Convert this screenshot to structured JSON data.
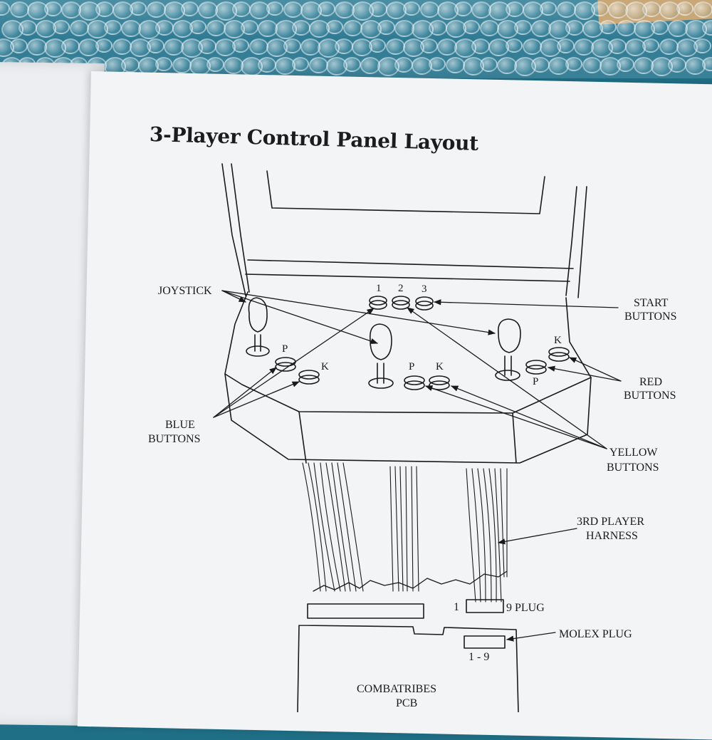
{
  "title": "3-Player Control Panel Layout",
  "labels": {
    "joystick": "JOYSTICK",
    "start_1": "START",
    "start_2": "BUTTONS",
    "red_1": "RED",
    "red_2": "BUTTONS",
    "blue_1": "BLUE",
    "blue_2": "BUTTONS",
    "yellow_1": "YELLOW",
    "yellow_2": "BUTTONS",
    "harness_1": "3RD PLAYER",
    "harness_2": "HARNESS",
    "plug": "9  PLUG",
    "plug_pin_start": "1",
    "molex": "MOLEX PLUG",
    "molex_pins": "1  -  9",
    "pcb_1": "COMBATRIBES",
    "pcb_2": "PCB",
    "start_num_1": "1",
    "start_num_2": "2",
    "start_num_3": "3",
    "p1_p": "P",
    "p1_k": "K",
    "p2_p": "P",
    "p2_k": "K",
    "p3_p": "P",
    "p3_k": "K"
  },
  "colors": {
    "ink": "#1a1a1a",
    "paper": "#f3f4f6",
    "bubble_wrap": "#2f7a93"
  }
}
